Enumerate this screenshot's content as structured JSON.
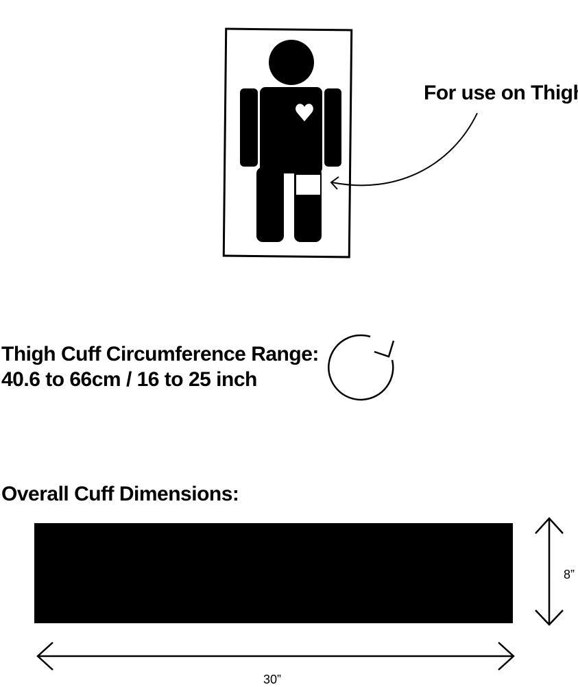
{
  "diagram": {
    "body_icon": "person-thigh-cuff-icon",
    "thigh_callout": "For use on Thigh"
  },
  "range": {
    "title": "Thigh Cuff Circumference Range:",
    "value": "40.6 to 66cm / 16 to 25 inch",
    "icon": "circular-arrow-icon"
  },
  "dimensions": {
    "title": "Overall Cuff Dimensions:",
    "height_label": "8”",
    "width_label": "30”"
  },
  "colors": {
    "ink": "#000000",
    "background": "#ffffff"
  }
}
